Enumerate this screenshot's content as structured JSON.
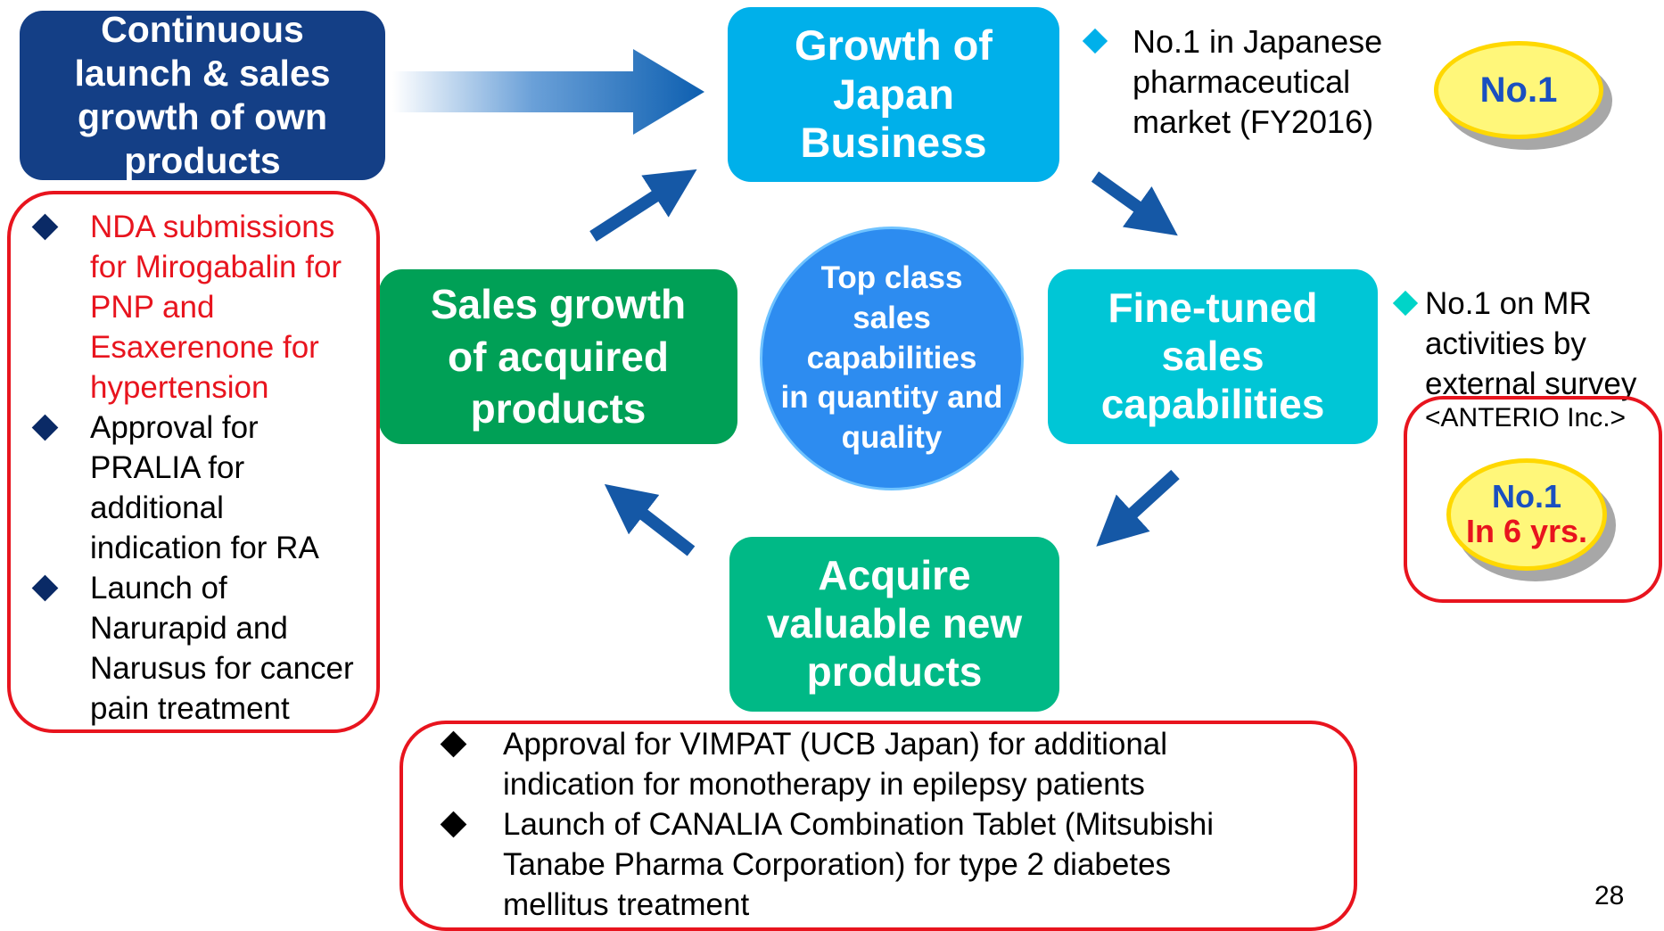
{
  "colors": {
    "navy": "#143f86",
    "sky": "#00b0ea",
    "teal": "#00c6d6",
    "green": "#00a056",
    "seafoam": "#00b986",
    "circle": "#2d8cf0",
    "arrow": "#1558a6",
    "red_frame": "#e8141e",
    "red_text": "#e8141e",
    "badge_yellow": "#fff77a"
  },
  "icons": {
    "bullet": "diamond-icon",
    "arrows": "curved-arrow-icon"
  },
  "boxes": {
    "continuous": [
      "Continuous",
      "launch & sales",
      "growth of own",
      "products"
    ],
    "growth_japan": [
      "Growth of",
      "Japan",
      "Business"
    ],
    "fine_tuned": [
      "Fine-tuned",
      "sales",
      "capabilities"
    ],
    "acquire": [
      "Acquire",
      "valuable new",
      "products"
    ],
    "sales_growth": [
      "Sales growth",
      "of acquired",
      "products"
    ],
    "center": [
      "Top class",
      "sales",
      "capabilities",
      "in quantity and",
      "quality"
    ]
  },
  "top_right": {
    "text": [
      "No.1 in Japanese",
      "pharmaceutical",
      "market (FY2016)"
    ],
    "badge": "No.1"
  },
  "mid_right": {
    "text": [
      "No.1 on MR",
      "activities by",
      "external survey"
    ],
    "source": "<ANTERIO Inc.>",
    "badge_line1": "No.1",
    "badge_line2": "In 6 yrs."
  },
  "left_list": [
    {
      "lines": [
        "NDA submissions",
        "for Mirogabalin for",
        "PNP and",
        "Esaxerenone for",
        "hypertension"
      ],
      "color": "red"
    },
    {
      "lines": [
        "Approval for",
        "PRALIA for",
        "additional",
        "indication for RA"
      ],
      "color": "black"
    },
    {
      "lines": [
        "Launch of",
        "Narurapid and",
        "Narusus for cancer",
        "pain treatment"
      ],
      "color": "black"
    }
  ],
  "bottom_list": [
    {
      "lines": [
        "Approval for VIMPAT (UCB Japan) for additional",
        "indication for monotherapy in epilepsy patients"
      ]
    },
    {
      "lines": [
        "Launch of CANALIA Combination Tablet (Mitsubishi",
        "Tanabe Pharma Corporation) for type 2 diabetes",
        "mellitus treatment"
      ]
    }
  ],
  "page_number": "28"
}
